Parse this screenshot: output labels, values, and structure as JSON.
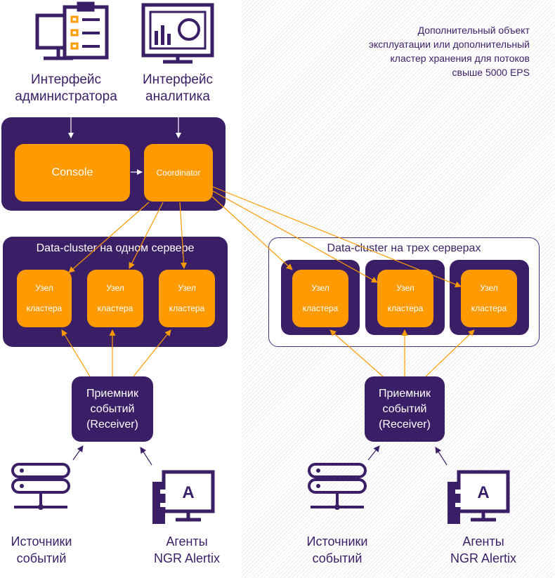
{
  "colors": {
    "purple": "#3b1f66",
    "orange": "#ff9a00",
    "border": "#46307a"
  },
  "note": {
    "lines": [
      "Дополнительный объект",
      "эксплуатации или дополнительный",
      "кластер хранения для потоков",
      "свыше 5000 EPS"
    ]
  },
  "top": {
    "admin": {
      "icon": "admin-checklist-icon",
      "line1": "Интерфейс",
      "line2": "администратора"
    },
    "analyst": {
      "icon": "analytics-monitor-icon",
      "line1": "Интерфейс",
      "line2": "аналитика"
    }
  },
  "core": {
    "console": "Console",
    "coordinator": "Coordinator"
  },
  "cluster_single": {
    "title": "Data-cluster на одном сервере",
    "nodes": [
      {
        "line1": "Узел",
        "line2": "кластера"
      },
      {
        "line1": "Узел",
        "line2": "кластера"
      },
      {
        "line1": "Узел",
        "line2": "кластера"
      }
    ]
  },
  "cluster_triple": {
    "title": "Data-cluster на трех серверах",
    "nodes": [
      {
        "line1": "Узел",
        "line2": "кластера"
      },
      {
        "line1": "Узел",
        "line2": "кластера"
      },
      {
        "line1": "Узел",
        "line2": "кластера"
      }
    ]
  },
  "receivers": [
    {
      "line1": "Приемник",
      "line2": "событий",
      "line3": "(Receiver)"
    },
    {
      "line1": "Приемник",
      "line2": "событий",
      "line3": "(Receiver)"
    }
  ],
  "bottom": {
    "left": {
      "sources": {
        "icon": "server-stack-icon",
        "line1": "Источники",
        "line2": "событий"
      },
      "agents": {
        "icon": "agent-computer-icon",
        "glyph": "A",
        "line1": "Агенты",
        "line2": "NGR Alertix"
      }
    },
    "right": {
      "sources": {
        "icon": "server-stack-icon",
        "line1": "Источники",
        "line2": "событий"
      },
      "agents": {
        "icon": "agent-computer-icon",
        "glyph": "A",
        "line1": "Агенты",
        "line2": "NGR Alertix"
      }
    }
  }
}
